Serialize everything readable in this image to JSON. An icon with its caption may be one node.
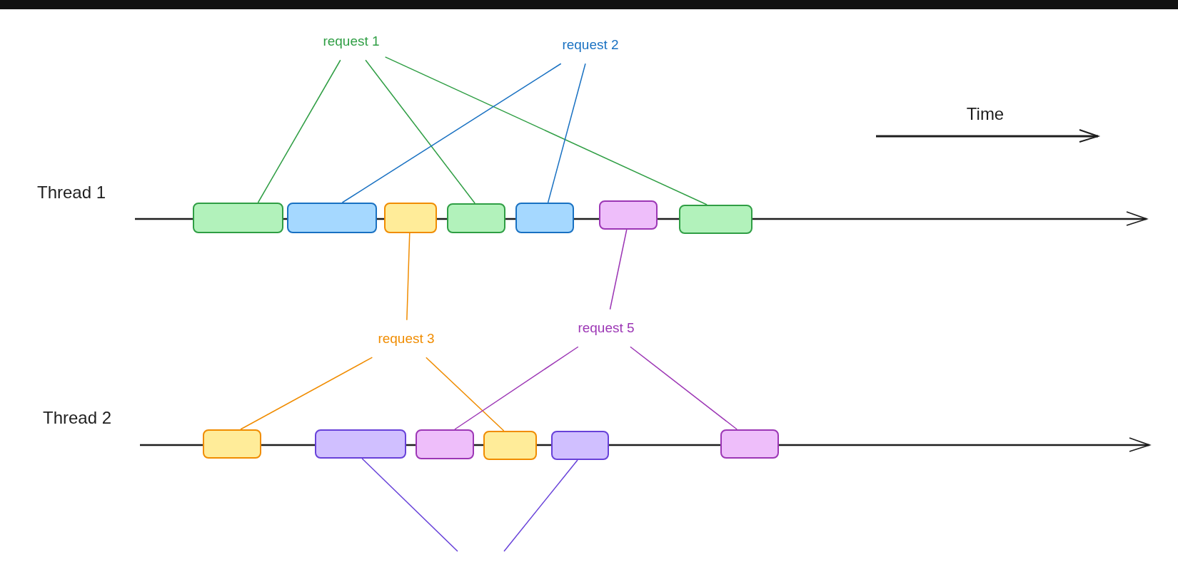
{
  "diagram": {
    "nodes": [
      {
        "text": [
          "request 1"
        ]
      },
      {
        "text": [
          "request 2"
        ]
      },
      {
        "text": [],
        "shape": "box"
      },
      {
        "text": [],
        "shape": "box"
      },
      {
        "text": [],
        "shape": "box"
      },
      {
        "text": [],
        "shape": "box"
      },
      {
        "text": [],
        "shape": "box"
      },
      {
        "text": [],
        "shape": "box"
      },
      {
        "text": [],
        "shape": "box"
      },
      {
        "text": [
          "request 3"
        ]
      },
      {
        "text": [
          "request 5"
        ]
      },
      {
        "text": [],
        "shape": "box"
      },
      {
        "text": [],
        "shape": "box"
      },
      {
        "text": [],
        "shape": "box"
      },
      {
        "text": [],
        "shape": "box"
      },
      {
        "text": [],
        "shape": "box"
      },
      {
        "text": [],
        "shape": "box"
      }
    ],
    "edges": [
      {
        "from": 0,
        "to": 2,
        "arrow": "none",
        "color": "#2f9e44"
      },
      {
        "from": 0,
        "to": 5,
        "arrow": "none",
        "color": "#2f9e44"
      },
      {
        "from": 0,
        "to": 8,
        "arrow": "none",
        "color": "#2f9e44"
      },
      {
        "from": 1,
        "to": 3,
        "arrow": "none",
        "color": "#1971c2"
      },
      {
        "from": 1,
        "to": 6,
        "arrow": "none",
        "color": "#1971c2"
      },
      {
        "from": 9,
        "to": 4,
        "arrow": "none",
        "color": "#f08c00"
      },
      {
        "from": 9,
        "to": 11,
        "arrow": "none",
        "color": "#f08c00"
      },
      {
        "from": 9,
        "to": 14,
        "arrow": "none",
        "color": "#f08c00"
      },
      {
        "from": 10,
        "to": 7,
        "arrow": "none",
        "color": "#9c36b5"
      },
      {
        "from": 10,
        "to": 13,
        "arrow": "none",
        "color": "#9c36b5"
      },
      {
        "from": 10,
        "to": 16,
        "arrow": "none",
        "color": "#9c36b5"
      },
      {
        "from": 12,
        "to": null,
        "arrow": "none",
        "color": "#6741d9"
      },
      {
        "from": 15,
        "to": null,
        "arrow": "none",
        "color": "#6741d9"
      }
    ],
    "labels": [
      "Time",
      "Thread 1",
      "Thread 2"
    ]
  }
}
